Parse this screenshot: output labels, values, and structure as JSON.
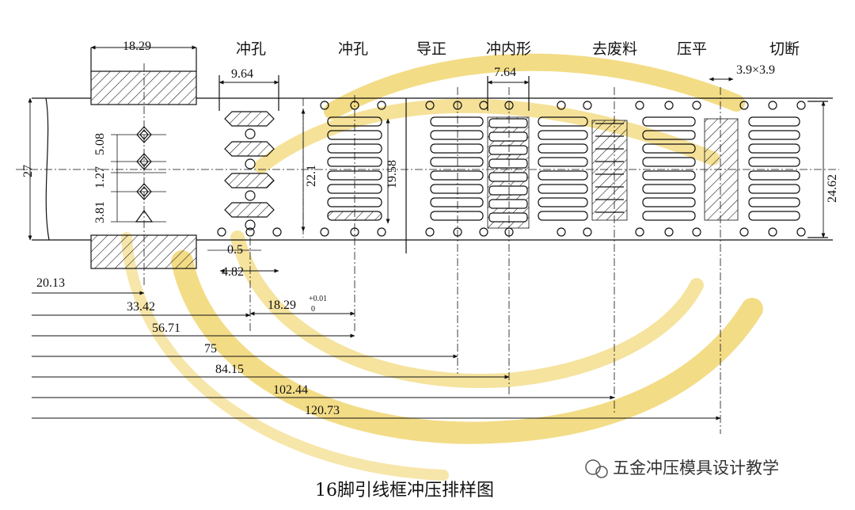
{
  "stations": [
    "冲孔",
    "冲孔",
    "导正",
    "冲内形",
    "去废料",
    "压平",
    "切断"
  ],
  "dims": {
    "pitch": "18.29",
    "station1_width": "9.64",
    "inner_form_width": "7.64",
    "cut_size": "3.9×3.9",
    "strip_width": "27",
    "frame_height": "24.62",
    "pilot_span": "22.1",
    "inner_span": "19.58",
    "pin_pitch": "5.08",
    "pin_gap": "1.27",
    "pin_end": "3.81",
    "slot_gap": "0.5",
    "slot_width": "4.82",
    "pitch_tol_base": "18.29",
    "pitch_tol_upper": "+0.01",
    "pitch_tol_lower": "0"
  },
  "datum_dims": [
    "20.13",
    "33.42",
    "56.71",
    "75",
    "84.15",
    "102.44",
    "120.73"
  ],
  "caption": "16脚引线框冲压排样图",
  "watermark": "五金冲压模具设计教学",
  "colors": {
    "line": "#111111",
    "watermark_gold": "#f3dc86"
  }
}
